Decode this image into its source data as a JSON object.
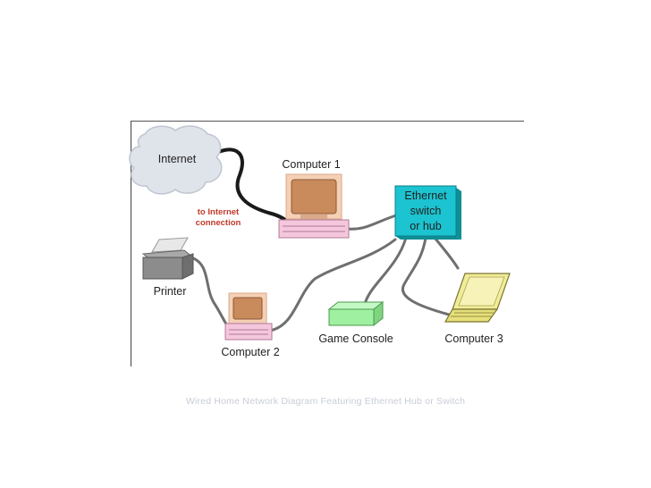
{
  "diagram": {
    "labels": {
      "internet": "Internet",
      "computer1": "Computer 1",
      "to_internet_line1": "to Internet",
      "to_internet_line2": "connection",
      "ethernet_line1": "Ethernet",
      "ethernet_line2": "switch",
      "ethernet_line3": "or hub",
      "printer": "Printer",
      "computer2": "Computer 2",
      "game_console": "Game Console",
      "computer3": "Computer 3"
    },
    "colors": {
      "cloud": "#dfe3ea",
      "switch": "#1cc3d0",
      "computer_base": "#f4c7dc",
      "monitor_frame": "#f5d0b4",
      "screen": "#c98a5c",
      "game_console": "#9ff0a0",
      "laptop": "#f1ec99",
      "printer": "#8c8c8c",
      "note_text": "#c0392b",
      "cable": "#666666"
    }
  },
  "caption": "Wired Home Network Diagram Featuring Ethernet Hub or Switch"
}
